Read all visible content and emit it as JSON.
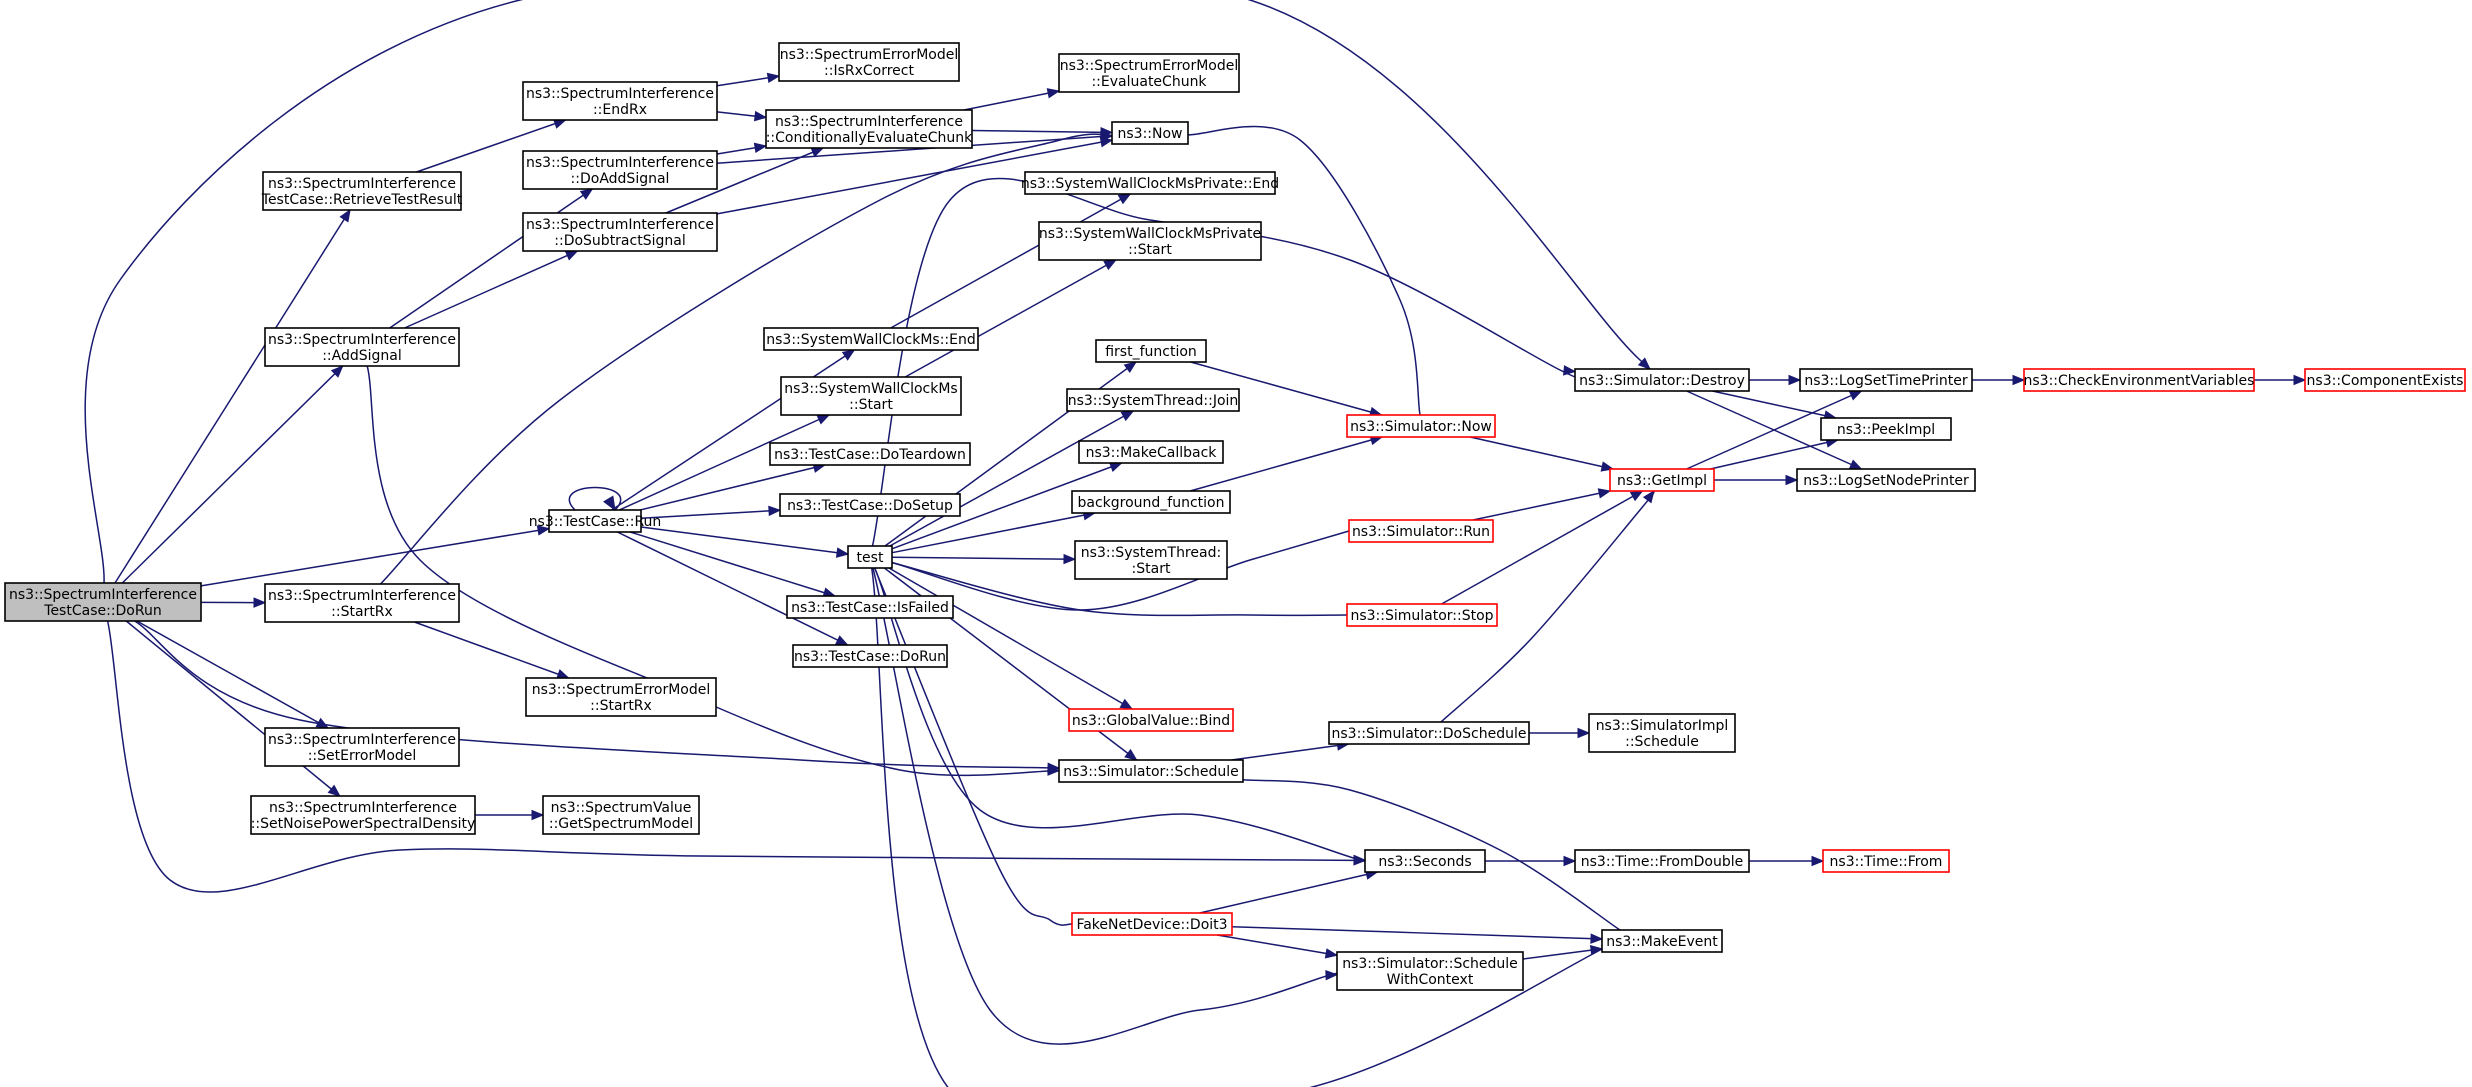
{
  "colors": {
    "edge": "#191970",
    "node_border": "#000000",
    "truncated_border": "#ff0000",
    "root_fill": "#bfbfbf",
    "node_fill": "#ffffff",
    "text": "#000000"
  },
  "nodes": [
    {
      "id": "root",
      "lines": [
        "ns3::SpectrumInterference",
        "TestCase::DoRun"
      ],
      "style": "root"
    },
    {
      "id": "retrieve",
      "lines": [
        "ns3::SpectrumInterference",
        "TestCase::RetrieveTestResult"
      ],
      "style": "normal"
    },
    {
      "id": "addsignal",
      "lines": [
        "ns3::SpectrumInterference",
        "::AddSignal"
      ],
      "style": "normal"
    },
    {
      "id": "startrx_si",
      "lines": [
        "ns3::SpectrumInterference",
        "::StartRx"
      ],
      "style": "normal"
    },
    {
      "id": "seterrormodel",
      "lines": [
        "ns3::SpectrumInterference",
        "::SetErrorModel"
      ],
      "style": "normal"
    },
    {
      "id": "setnoise",
      "lines": [
        "ns3::SpectrumInterference",
        "::SetNoisePowerSpectralDensity"
      ],
      "style": "normal"
    },
    {
      "id": "endrx",
      "lines": [
        "ns3::SpectrumInterference",
        "::EndRx"
      ],
      "style": "normal"
    },
    {
      "id": "doaddsignal",
      "lines": [
        "ns3::SpectrumInterference",
        "::DoAddSignal"
      ],
      "style": "normal"
    },
    {
      "id": "dosubtract",
      "lines": [
        "ns3::SpectrumInterference",
        "::DoSubtractSignal"
      ],
      "style": "normal"
    },
    {
      "id": "testcaserun",
      "lines": [
        "ns3::TestCase::Run"
      ],
      "style": "normal"
    },
    {
      "id": "startrx_em",
      "lines": [
        "ns3::SpectrumErrorModel",
        "::StartRx"
      ],
      "style": "normal"
    },
    {
      "id": "getspectrum",
      "lines": [
        "ns3::SpectrumValue",
        "::GetSpectrumModel"
      ],
      "style": "normal"
    },
    {
      "id": "isrxcorrect",
      "lines": [
        "ns3::SpectrumErrorModel",
        "::IsRxCorrect"
      ],
      "style": "normal"
    },
    {
      "id": "condeval",
      "lines": [
        "ns3::SpectrumInterference",
        "::ConditionallyEvaluateChunk"
      ],
      "style": "normal"
    },
    {
      "id": "swcm_end",
      "lines": [
        "ns3::SystemWallClockMs::End"
      ],
      "style": "normal"
    },
    {
      "id": "swcm_start",
      "lines": [
        "ns3::SystemWallClockMs",
        "::Start"
      ],
      "style": "normal"
    },
    {
      "id": "doteardown",
      "lines": [
        "ns3::TestCase::DoTeardown"
      ],
      "style": "normal"
    },
    {
      "id": "dosetup",
      "lines": [
        "ns3::TestCase::DoSetup"
      ],
      "style": "normal"
    },
    {
      "id": "test",
      "lines": [
        "test"
      ],
      "style": "normal"
    },
    {
      "id": "isfailed",
      "lines": [
        "ns3::TestCase::IsFailed"
      ],
      "style": "normal"
    },
    {
      "id": "dorun",
      "lines": [
        "ns3::TestCase::DoRun"
      ],
      "style": "normal"
    },
    {
      "id": "evalchunk",
      "lines": [
        "ns3::SpectrumErrorModel",
        "::EvaluateChunk"
      ],
      "style": "normal"
    },
    {
      "id": "now",
      "lines": [
        "ns3::Now"
      ],
      "style": "normal"
    },
    {
      "id": "swcmp_end",
      "lines": [
        "ns3::SystemWallClockMsPrivate::End"
      ],
      "style": "normal"
    },
    {
      "id": "swcmp_start",
      "lines": [
        "ns3::SystemWallClockMsPrivate",
        "::Start"
      ],
      "style": "normal"
    },
    {
      "id": "first_function",
      "lines": [
        "first_function"
      ],
      "style": "normal"
    },
    {
      "id": "threadjoin",
      "lines": [
        "ns3::SystemThread::Join"
      ],
      "style": "normal"
    },
    {
      "id": "makecallback",
      "lines": [
        "ns3::MakeCallback"
      ],
      "style": "normal"
    },
    {
      "id": "background",
      "lines": [
        "background_function"
      ],
      "style": "normal"
    },
    {
      "id": "threadstart",
      "lines": [
        "ns3::SystemThread:",
        ":Start"
      ],
      "style": "normal"
    },
    {
      "id": "gvbind",
      "lines": [
        "ns3::GlobalValue::Bind"
      ],
      "style": "truncated"
    },
    {
      "id": "schedule",
      "lines": [
        "ns3::Simulator::Schedule"
      ],
      "style": "normal"
    },
    {
      "id": "doit3",
      "lines": [
        "FakeNetDevice::Doit3"
      ],
      "style": "truncated"
    },
    {
      "id": "simnow",
      "lines": [
        "ns3::Simulator::Now"
      ],
      "style": "truncated"
    },
    {
      "id": "simrun",
      "lines": [
        "ns3::Simulator::Run"
      ],
      "style": "truncated"
    },
    {
      "id": "simstop",
      "lines": [
        "ns3::Simulator::Stop"
      ],
      "style": "truncated"
    },
    {
      "id": "doschedule",
      "lines": [
        "ns3::Simulator::DoSchedule"
      ],
      "style": "normal"
    },
    {
      "id": "seconds",
      "lines": [
        "ns3::Seconds"
      ],
      "style": "normal"
    },
    {
      "id": "schedctx",
      "lines": [
        "ns3::Simulator::Schedule",
        "WithContext"
      ],
      "style": "normal"
    },
    {
      "id": "destroy",
      "lines": [
        "ns3::Simulator::Destroy"
      ],
      "style": "normal"
    },
    {
      "id": "getimpl",
      "lines": [
        "ns3::GetImpl"
      ],
      "style": "truncated"
    },
    {
      "id": "implschedule",
      "lines": [
        "ns3::SimulatorImpl",
        "::Schedule"
      ],
      "style": "normal"
    },
    {
      "id": "fromdouble",
      "lines": [
        "ns3::Time::FromDouble"
      ],
      "style": "normal"
    },
    {
      "id": "makeevent",
      "lines": [
        "ns3::MakeEvent"
      ],
      "style": "normal"
    },
    {
      "id": "logsettime",
      "lines": [
        "ns3::LogSetTimePrinter"
      ],
      "style": "normal"
    },
    {
      "id": "peekimpl",
      "lines": [
        "ns3::PeekImpl"
      ],
      "style": "normal"
    },
    {
      "id": "logsetnode",
      "lines": [
        "ns3::LogSetNodePrinter"
      ],
      "style": "normal"
    },
    {
      "id": "timefrom",
      "lines": [
        "ns3::Time::From"
      ],
      "style": "truncated"
    },
    {
      "id": "checkenv",
      "lines": [
        "ns3::CheckEnvironmentVariables"
      ],
      "style": "truncated"
    },
    {
      "id": "compexists",
      "lines": [
        "ns3::ComponentExists"
      ],
      "style": "truncated"
    }
  ],
  "edges": [
    [
      "root",
      "retrieve"
    ],
    [
      "root",
      "addsignal"
    ],
    [
      "root",
      "startrx_si"
    ],
    [
      "root",
      "seterrormodel"
    ],
    [
      "root",
      "setnoise"
    ],
    [
      "root",
      "testcaserun"
    ],
    [
      "root",
      "destroy"
    ],
    [
      "root",
      "schedule"
    ],
    [
      "root",
      "seconds"
    ],
    [
      "retrieve",
      "endrx"
    ],
    [
      "addsignal",
      "doaddsignal"
    ],
    [
      "addsignal",
      "dosubtract"
    ],
    [
      "addsignal",
      "schedule"
    ],
    [
      "startrx_si",
      "startrx_em"
    ],
    [
      "startrx_si",
      "now"
    ],
    [
      "setnoise",
      "getspectrum"
    ],
    [
      "endrx",
      "isrxcorrect"
    ],
    [
      "endrx",
      "condeval"
    ],
    [
      "doaddsignal",
      "condeval"
    ],
    [
      "doaddsignal",
      "now"
    ],
    [
      "dosubtract",
      "condeval"
    ],
    [
      "dosubtract",
      "now"
    ],
    [
      "condeval",
      "evalchunk"
    ],
    [
      "condeval",
      "now"
    ],
    [
      "testcaserun",
      "testcaserun"
    ],
    [
      "testcaserun",
      "swcm_end"
    ],
    [
      "testcaserun",
      "swcm_start"
    ],
    [
      "testcaserun",
      "doteardown"
    ],
    [
      "testcaserun",
      "dosetup"
    ],
    [
      "testcaserun",
      "test"
    ],
    [
      "testcaserun",
      "isfailed"
    ],
    [
      "testcaserun",
      "dorun"
    ],
    [
      "swcm_end",
      "swcmp_end"
    ],
    [
      "swcm_start",
      "swcmp_start"
    ],
    [
      "test",
      "first_function"
    ],
    [
      "test",
      "threadjoin"
    ],
    [
      "test",
      "makecallback"
    ],
    [
      "test",
      "background"
    ],
    [
      "test",
      "threadstart"
    ],
    [
      "test",
      "gvbind"
    ],
    [
      "test",
      "schedule"
    ],
    [
      "test",
      "doit3"
    ],
    [
      "test",
      "simrun"
    ],
    [
      "test",
      "simstop"
    ],
    [
      "test",
      "seconds"
    ],
    [
      "test",
      "destroy"
    ],
    [
      "test",
      "schedctx"
    ],
    [
      "test",
      "makeevent"
    ],
    [
      "now",
      "simnow"
    ],
    [
      "first_function",
      "simnow"
    ],
    [
      "background",
      "simnow"
    ],
    [
      "schedule",
      "doschedule"
    ],
    [
      "schedule",
      "makeevent"
    ],
    [
      "doit3",
      "seconds"
    ],
    [
      "doit3",
      "schedctx"
    ],
    [
      "doit3",
      "makeevent"
    ],
    [
      "simnow",
      "getimpl"
    ],
    [
      "simrun",
      "getimpl"
    ],
    [
      "simstop",
      "getimpl"
    ],
    [
      "doschedule",
      "getimpl"
    ],
    [
      "doschedule",
      "implschedule"
    ],
    [
      "seconds",
      "fromdouble"
    ],
    [
      "schedctx",
      "makeevent"
    ],
    [
      "destroy",
      "logsettime"
    ],
    [
      "destroy",
      "peekimpl"
    ],
    [
      "destroy",
      "logsetnode"
    ],
    [
      "getimpl",
      "logsettime"
    ],
    [
      "getimpl",
      "peekimpl"
    ],
    [
      "getimpl",
      "logsetnode"
    ],
    [
      "fromdouble",
      "timefrom"
    ],
    [
      "logsettime",
      "checkenv"
    ],
    [
      "checkenv",
      "compexists"
    ]
  ]
}
